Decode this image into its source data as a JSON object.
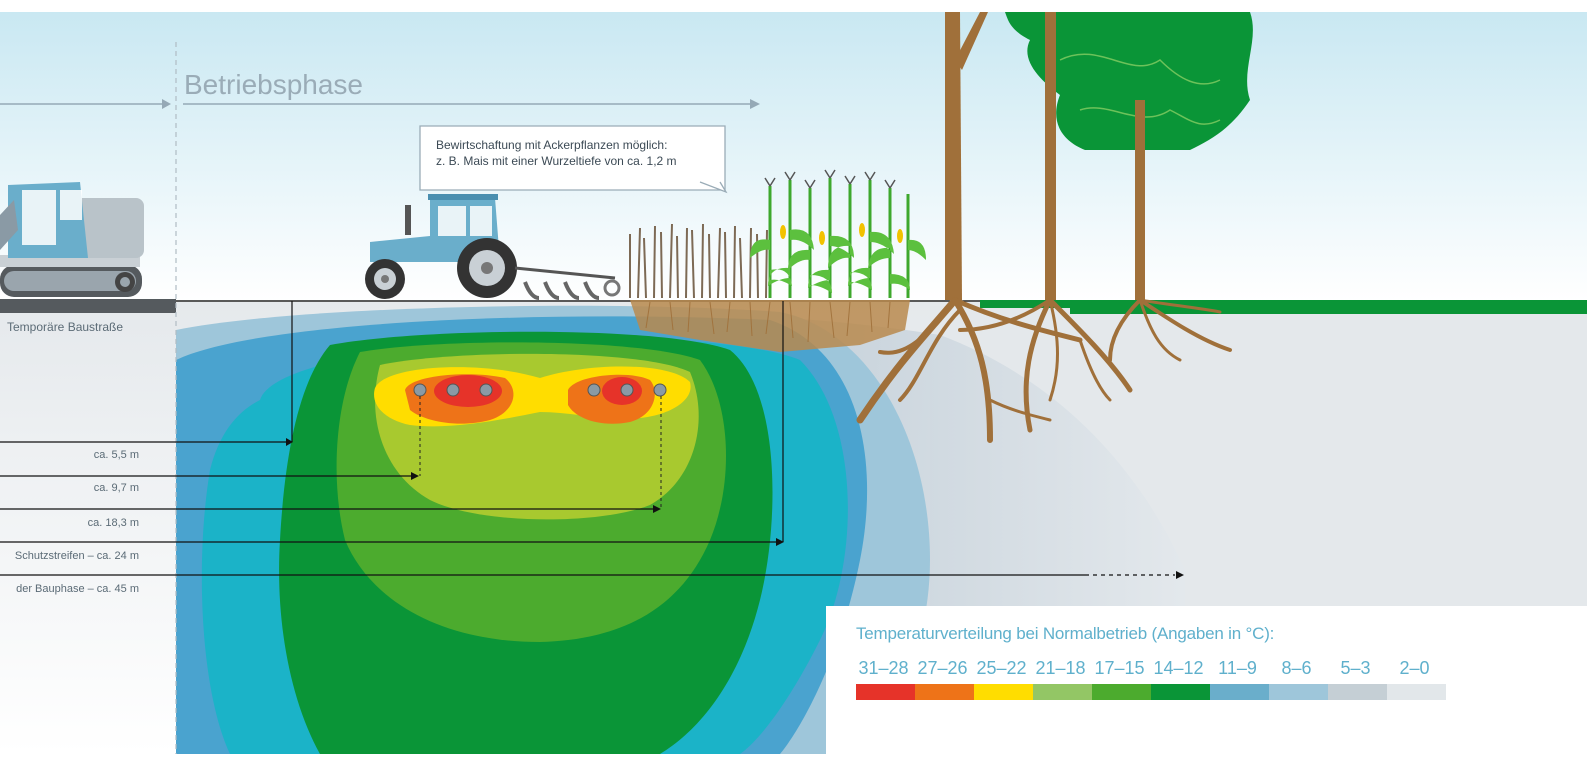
{
  "phase_title": "Betriebsphase",
  "callout": {
    "line1": "Bewirtschaftung mit Ackerpflanzen möglich:",
    "line2": "z. B. Mais mit einer Wurzeltiefe von ca. 1,2 m"
  },
  "road_label": "Temporäre Baustraße",
  "distances": [
    "ca. 5,5 m",
    "ca. 9,7 m",
    "ca. 18,3 m",
    "Schutzstreifen – ca. 24 m",
    "der Bauphase – ca. 45 m"
  ],
  "legend": {
    "title": "Temperaturverteilung bei Normalbetrieb (Angaben in °C):",
    "items": [
      {
        "label": "31–28",
        "color": "#e63329"
      },
      {
        "label": "27–26",
        "color": "#ee7318"
      },
      {
        "label": "25–22",
        "color": "#ffdd00"
      },
      {
        "label": "21–18",
        "color": "#93c665"
      },
      {
        "label": "17–15",
        "color": "#4cab2e"
      },
      {
        "label": "14–12",
        "color": "#0a9537"
      },
      {
        "label": "11–9",
        "color": "#6aaecb"
      },
      {
        "label": "8–6",
        "color": "#9ec6da"
      },
      {
        "label": "5–3",
        "color": "#c5cfd5"
      },
      {
        "label": "2–0",
        "color": "#e2e7ea"
      }
    ]
  },
  "colors": {
    "accent_text": "#5fb0cc",
    "grass": "#0a9537",
    "root": "#a0703a",
    "tractor_body": "#6aaecb"
  }
}
